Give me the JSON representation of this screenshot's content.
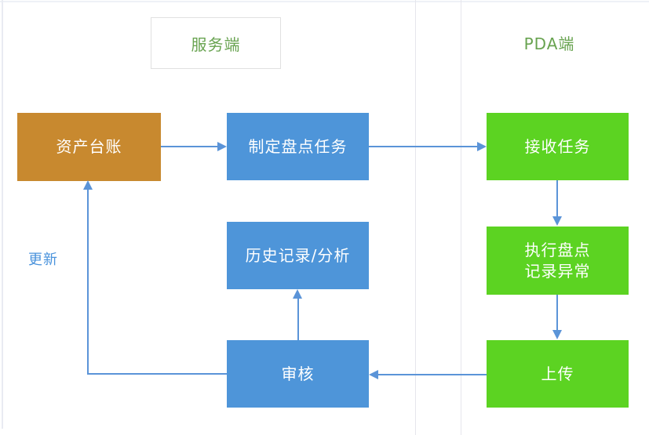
{
  "diagram": {
    "lanes": {
      "server": {
        "title": "服务端"
      },
      "pda": {
        "title": "PDA端"
      }
    },
    "nodes": {
      "asset_ledger": {
        "label": "资产台账"
      },
      "create_task": {
        "label": "制定盘点任务"
      },
      "receive_task": {
        "label": "接收任务"
      },
      "history_analysis": {
        "label": "历史记录/分析"
      },
      "execute_inventory": {
        "label": "执行盘点\n记录异常"
      },
      "review": {
        "label": "审核"
      },
      "upload": {
        "label": "上传"
      }
    },
    "edge_labels": {
      "update": "更新"
    },
    "colors": {
      "asset_node": "#c8892f",
      "server_node": "#4e95d9",
      "pda_node": "#5cd322",
      "arrow": "#5b94d8",
      "lane_header_text": "#68a350",
      "edge_label_text": "#4a93dc",
      "lane_line": "#e6e6ec",
      "node_text": "#ffffff"
    }
  }
}
